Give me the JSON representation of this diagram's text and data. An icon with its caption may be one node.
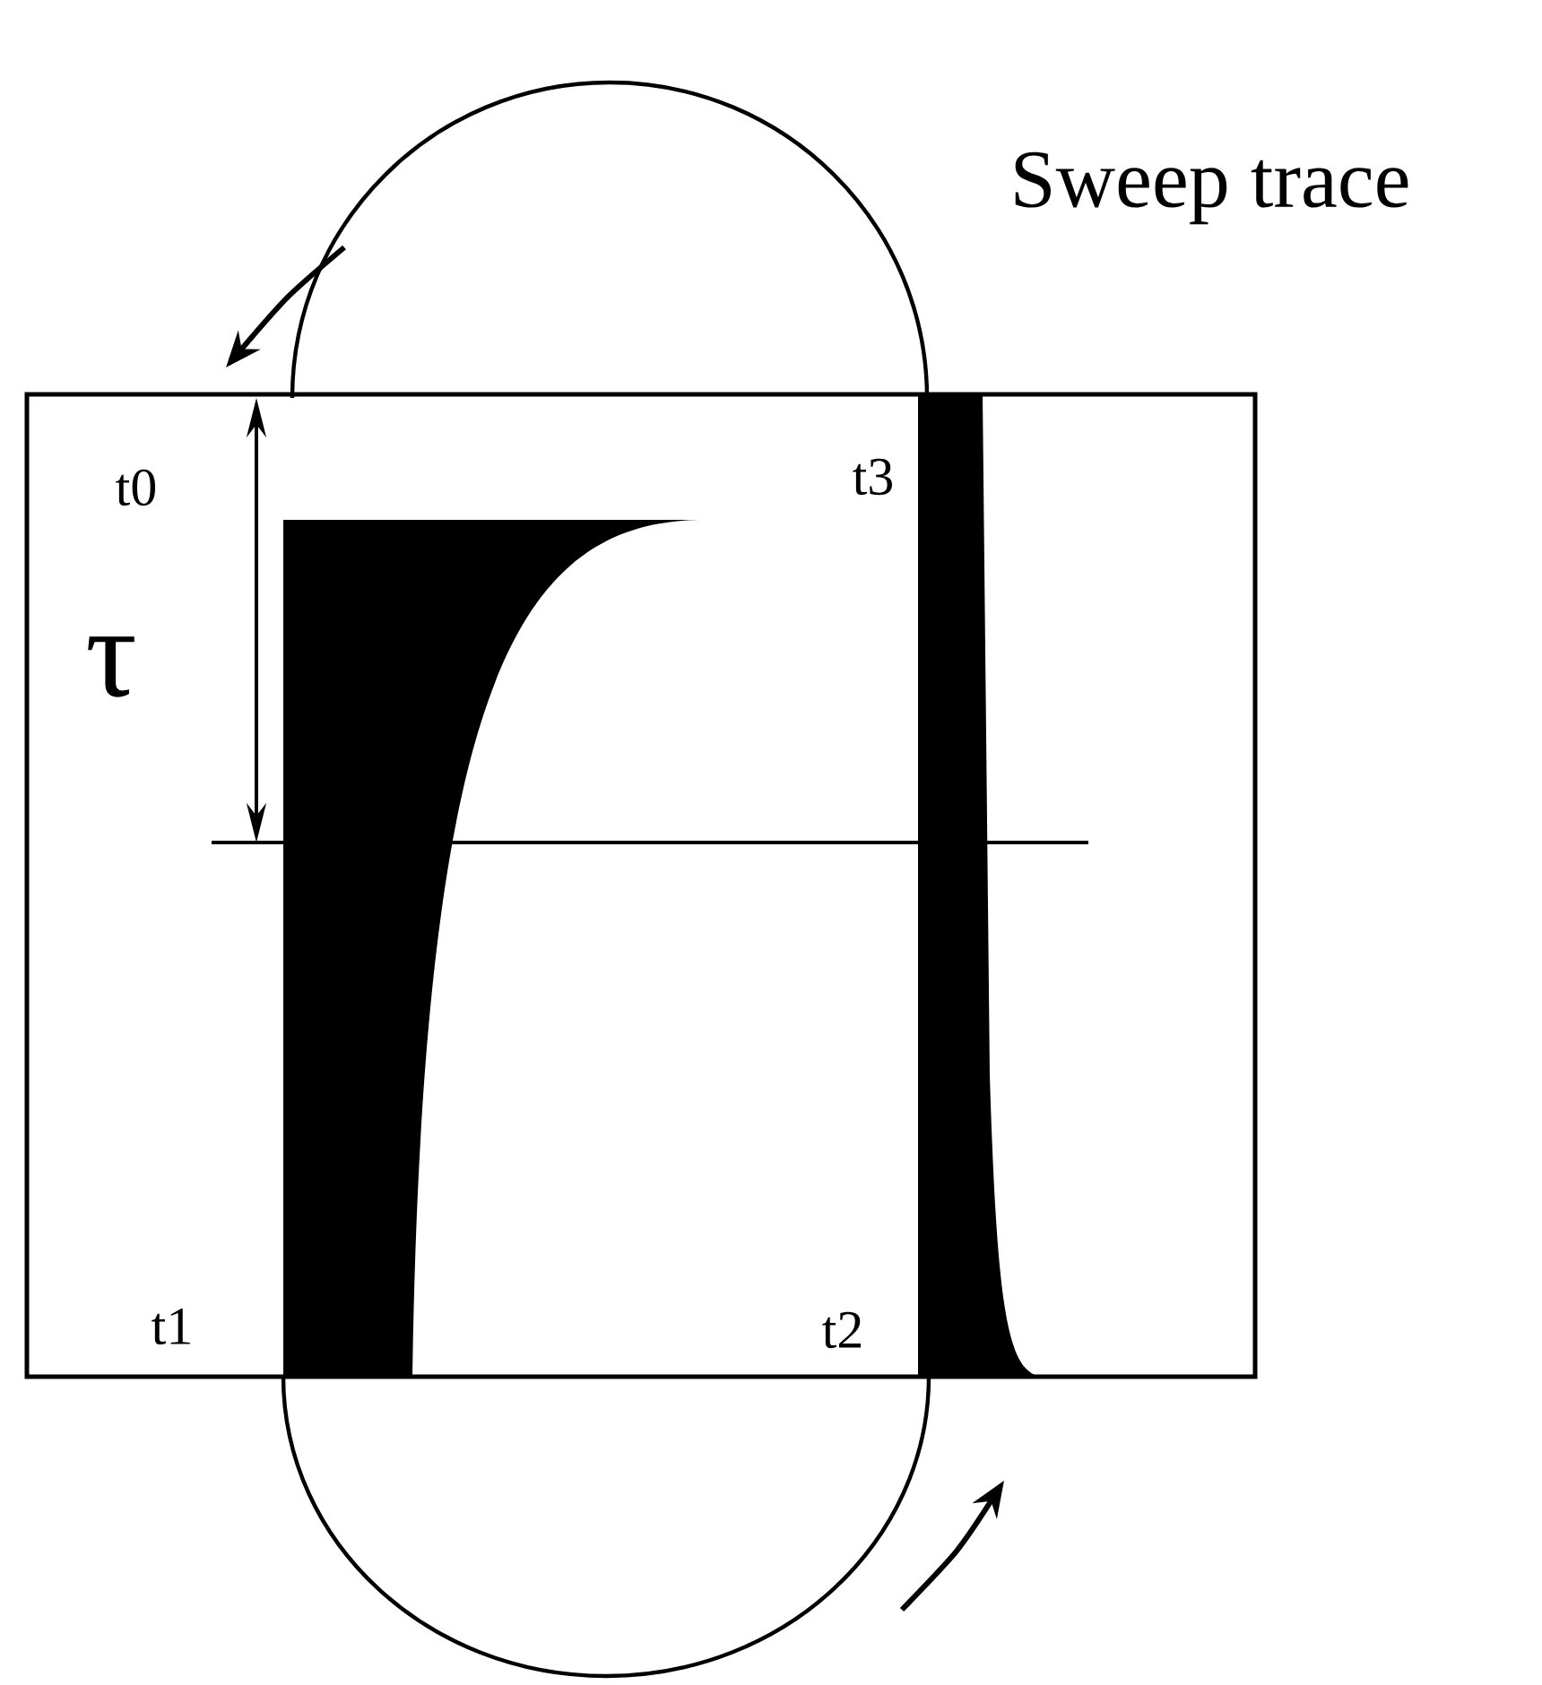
{
  "diagram": {
    "labels": [
      "Sweep trace",
      "t0",
      "t3",
      "τ",
      "t1",
      "t2"
    ]
  }
}
